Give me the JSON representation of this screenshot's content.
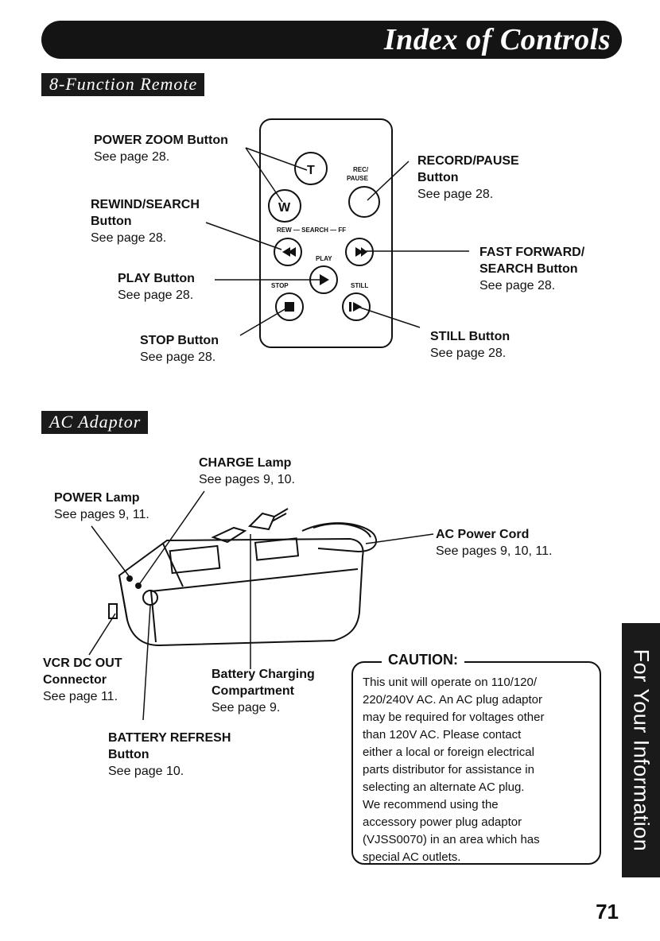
{
  "header": {
    "title": "Index of Controls"
  },
  "remote": {
    "section_title": "8-Function Remote",
    "labels": {
      "power_zoom": {
        "name": "POWER ZOOM Button",
        "ref": "See page 28."
      },
      "rewind": {
        "name1": "REWIND/SEARCH",
        "name2": "Button",
        "ref": "See page 28."
      },
      "play": {
        "name": "PLAY Button",
        "ref": "See page 28."
      },
      "stop": {
        "name": "STOP Button",
        "ref": "See page 28."
      },
      "record": {
        "name1": "RECORD/PAUSE",
        "name2": "Button",
        "ref": "See page 28."
      },
      "ff": {
        "name1": "FAST FORWARD/",
        "name2": "SEARCH Button",
        "ref": "See page 28."
      },
      "still": {
        "name": "STILL Button",
        "ref": "See page 28."
      }
    },
    "device_text": {
      "t": "T",
      "w": "W",
      "rec": "REC/",
      "pause": "PAUSE",
      "rew_search_ff": "REW — SEARCH — FF",
      "play": "PLAY",
      "stop": "STOP",
      "still": "STILL"
    }
  },
  "adaptor": {
    "section_title": "AC Adaptor",
    "labels": {
      "charge": {
        "name": "CHARGE Lamp",
        "ref": "See pages 9, 10."
      },
      "power": {
        "name": "POWER Lamp",
        "ref": "See pages 9, 11."
      },
      "cord": {
        "name": "AC Power Cord",
        "ref": "See pages 9, 10, 11."
      },
      "vcr": {
        "name1": "VCR DC OUT",
        "name2": "Connector",
        "ref": "See page 11."
      },
      "battery": {
        "name1": "Battery Charging",
        "name2": "Compartment",
        "ref": "See page 9."
      },
      "refresh": {
        "name1": "BATTERY REFRESH",
        "name2": "Button",
        "ref": "See page 10."
      }
    }
  },
  "caution": {
    "title": "CAUTION:",
    "text": "This unit will operate on 110/120/\n220/240V AC. An AC plug adaptor\nmay be required for voltages other\nthan 120V AC. Please contact\neither a local or foreign electrical\nparts distributor for assistance in\nselecting an alternate AC plug.\nWe recommend using the\naccessory power plug adaptor\n(VJSS0070) in an area which has\nspecial AC outlets."
  },
  "side_tab": "For Your Information",
  "page_number": "71"
}
